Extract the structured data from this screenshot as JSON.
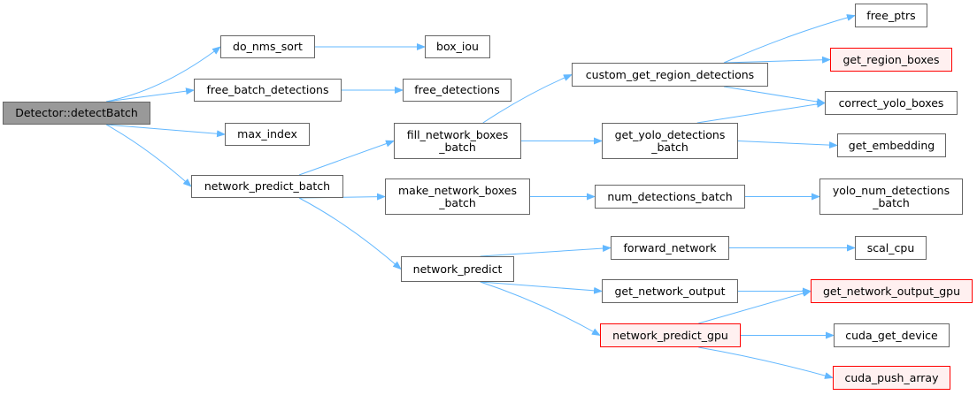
{
  "diagram": {
    "root": "Detector::detectBatch",
    "colors": {
      "edge": "#63b8ff",
      "node_border": "#666666",
      "root_fill": "#999999",
      "external_border": "#ff0000",
      "external_fill": "#fff0f0"
    },
    "nodes": [
      {
        "id": "detectBatch",
        "lines": [
          "Detector::detectBatch"
        ],
        "style": "root"
      },
      {
        "id": "do_nms_sort",
        "lines": [
          "do_nms_sort"
        ],
        "style": "normal"
      },
      {
        "id": "box_iou",
        "lines": [
          "box_iou"
        ],
        "style": "normal"
      },
      {
        "id": "free_batch_detections",
        "lines": [
          "free_batch_detections"
        ],
        "style": "normal"
      },
      {
        "id": "free_detections",
        "lines": [
          "free_detections"
        ],
        "style": "normal"
      },
      {
        "id": "max_index",
        "lines": [
          "max_index"
        ],
        "style": "normal"
      },
      {
        "id": "network_predict_batch",
        "lines": [
          "network_predict_batch"
        ],
        "style": "normal"
      },
      {
        "id": "fill_network_boxes_batch",
        "lines": [
          "fill_network_boxes",
          "_batch"
        ],
        "style": "normal"
      },
      {
        "id": "make_network_boxes_batch",
        "lines": [
          "make_network_boxes",
          "_batch"
        ],
        "style": "normal"
      },
      {
        "id": "network_predict",
        "lines": [
          "network_predict"
        ],
        "style": "normal"
      },
      {
        "id": "custom_get_region_detections",
        "lines": [
          "custom_get_region_detections"
        ],
        "style": "normal"
      },
      {
        "id": "get_yolo_detections_batch",
        "lines": [
          "get_yolo_detections",
          "_batch"
        ],
        "style": "normal"
      },
      {
        "id": "num_detections_batch",
        "lines": [
          "num_detections_batch"
        ],
        "style": "normal"
      },
      {
        "id": "forward_network",
        "lines": [
          "forward_network"
        ],
        "style": "normal"
      },
      {
        "id": "get_network_output",
        "lines": [
          "get_network_output"
        ],
        "style": "normal"
      },
      {
        "id": "network_predict_gpu",
        "lines": [
          "network_predict_gpu"
        ],
        "style": "external"
      },
      {
        "id": "free_ptrs",
        "lines": [
          "free_ptrs"
        ],
        "style": "normal"
      },
      {
        "id": "get_region_boxes",
        "lines": [
          "get_region_boxes"
        ],
        "style": "external"
      },
      {
        "id": "correct_yolo_boxes",
        "lines": [
          "correct_yolo_boxes"
        ],
        "style": "normal"
      },
      {
        "id": "get_embedding",
        "lines": [
          "get_embedding"
        ],
        "style": "normal"
      },
      {
        "id": "yolo_num_detections_batch",
        "lines": [
          "yolo_num_detections",
          "_batch"
        ],
        "style": "normal"
      },
      {
        "id": "scal_cpu",
        "lines": [
          "scal_cpu"
        ],
        "style": "normal"
      },
      {
        "id": "get_network_output_gpu",
        "lines": [
          "get_network_output_gpu"
        ],
        "style": "external"
      },
      {
        "id": "cuda_get_device",
        "lines": [
          "cuda_get_device"
        ],
        "style": "normal"
      },
      {
        "id": "cuda_push_array",
        "lines": [
          "cuda_push_array"
        ],
        "style": "external"
      }
    ],
    "edges": [
      [
        "detectBatch",
        "do_nms_sort"
      ],
      [
        "detectBatch",
        "free_batch_detections"
      ],
      [
        "detectBatch",
        "max_index"
      ],
      [
        "detectBatch",
        "network_predict_batch"
      ],
      [
        "do_nms_sort",
        "box_iou"
      ],
      [
        "free_batch_detections",
        "free_detections"
      ],
      [
        "network_predict_batch",
        "fill_network_boxes_batch"
      ],
      [
        "network_predict_batch",
        "make_network_boxes_batch"
      ],
      [
        "network_predict_batch",
        "network_predict"
      ],
      [
        "fill_network_boxes_batch",
        "custom_get_region_detections"
      ],
      [
        "fill_network_boxes_batch",
        "get_yolo_detections_batch"
      ],
      [
        "custom_get_region_detections",
        "free_ptrs"
      ],
      [
        "custom_get_region_detections",
        "get_region_boxes"
      ],
      [
        "custom_get_region_detections",
        "correct_yolo_boxes"
      ],
      [
        "get_yolo_detections_batch",
        "correct_yolo_boxes"
      ],
      [
        "get_yolo_detections_batch",
        "get_embedding"
      ],
      [
        "make_network_boxes_batch",
        "num_detections_batch"
      ],
      [
        "num_detections_batch",
        "yolo_num_detections_batch"
      ],
      [
        "network_predict",
        "forward_network"
      ],
      [
        "network_predict",
        "get_network_output"
      ],
      [
        "network_predict",
        "network_predict_gpu"
      ],
      [
        "forward_network",
        "scal_cpu"
      ],
      [
        "get_network_output",
        "get_network_output_gpu"
      ],
      [
        "network_predict_gpu",
        "get_network_output_gpu"
      ],
      [
        "network_predict_gpu",
        "cuda_get_device"
      ],
      [
        "network_predict_gpu",
        "cuda_push_array"
      ]
    ]
  }
}
